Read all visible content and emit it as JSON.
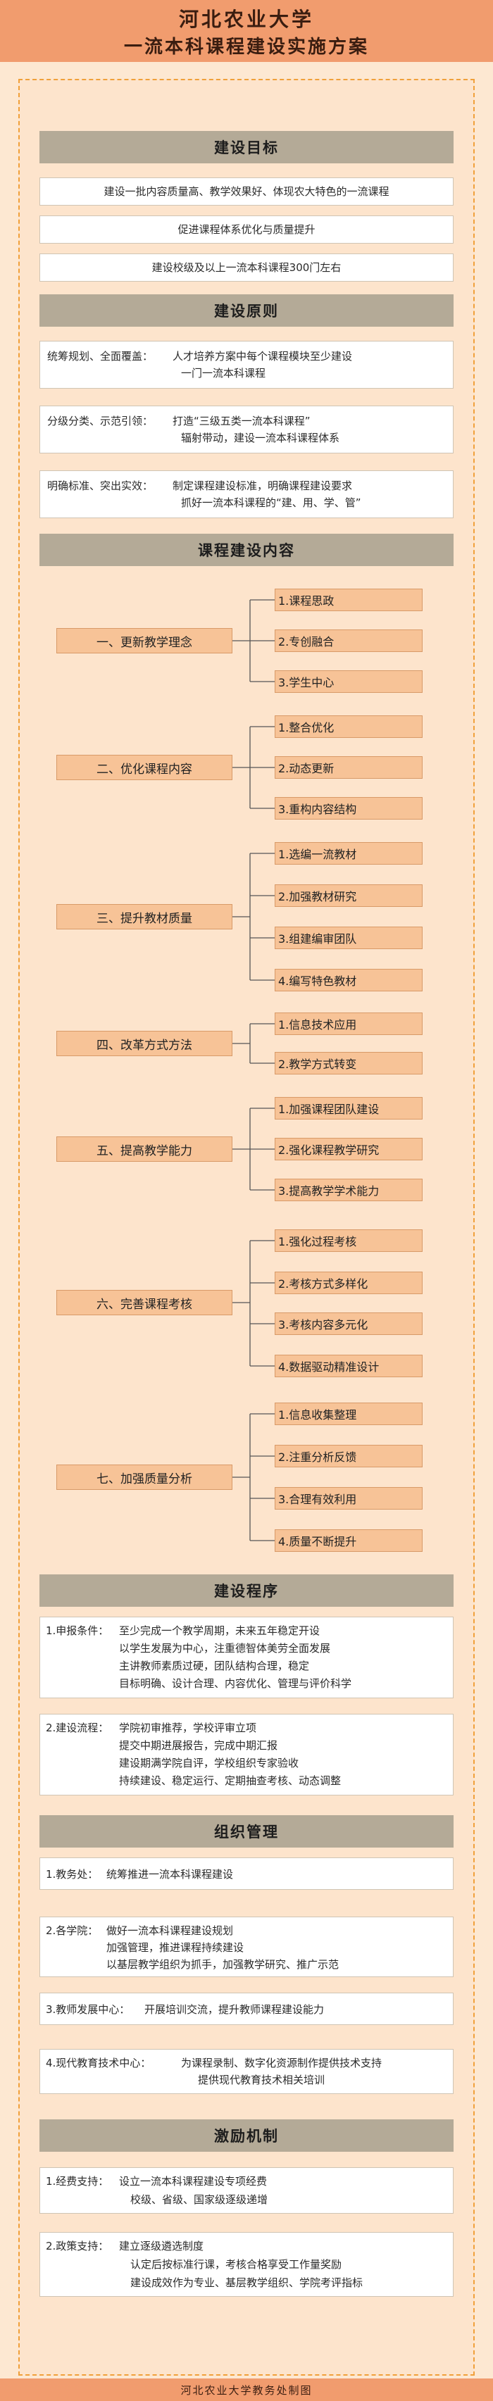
{
  "header": {
    "university": "河北农业大学",
    "title": "一流本科课程建设实施方案"
  },
  "sections": {
    "goals": "建设目标",
    "principles": "建设原则",
    "content": "课程建设内容",
    "procedure": "建设程序",
    "org": "组织管理",
    "incentive": "激励机制"
  },
  "goals": [
    "建设一批内容质量高、教学效果好、体现农大特色的一流课程",
    "促进课程体系优化与质量提升",
    "建设校级及以上一流本科课程300门左右"
  ],
  "principles": [
    {
      "key": "统筹规划、全面覆盖：",
      "lines": [
        "人才培养方案中每个课程模块至少建设",
        "一门一流本科课程"
      ]
    },
    {
      "key": "分级分类、示范引领：",
      "lines": [
        "打造“三级五类一流本科课程”",
        "辐射带动，建设一流本科课程体系"
      ]
    },
    {
      "key": "明确标准、突出实效：",
      "lines": [
        "制定课程建设标准，明确课程建设要求",
        "抓好一流本科课程的“建、用、学、管”"
      ]
    }
  ],
  "content": [
    {
      "label": "一、更新教学理念",
      "items": [
        "1.课程思政",
        "2.专创融合",
        "3.学生中心"
      ]
    },
    {
      "label": "二、优化课程内容",
      "items": [
        "1.整合优化",
        "2.动态更新",
        "3.重构内容结构"
      ]
    },
    {
      "label": "三、提升教材质量",
      "items": [
        "1.选编一流教材",
        "2.加强教材研究",
        "3.组建编审团队",
        "4.编写特色教材"
      ]
    },
    {
      "label": "四、改革方式方法",
      "items": [
        "1.信息技术应用",
        "2.教学方式转变"
      ]
    },
    {
      "label": "五、提高教学能力",
      "items": [
        "1.加强课程团队建设",
        "2.强化课程教学研究",
        "3.提高教学学术能力"
      ]
    },
    {
      "label": "六、完善课程考核",
      "items": [
        "1.强化过程考核",
        "2.考核方式多样化",
        "3.考核内容多元化",
        "4.数据驱动精准设计"
      ]
    },
    {
      "label": "七、加强质量分析",
      "items": [
        "1.信息收集整理",
        "2.注重分析反馈",
        "3.合理有效利用",
        "4.质量不断提升"
      ]
    }
  ],
  "procedure": [
    {
      "key": "1.申报条件：",
      "lines": [
        "至少完成一个教学周期，未来五年稳定开设",
        "以学生发展为中心，注重德智体美劳全面发展",
        "主讲教师素质过硬，团队结构合理，稳定",
        "目标明确、设计合理、内容优化、管理与评价科学"
      ]
    },
    {
      "key": "2.建设流程：",
      "lines": [
        "学院初审推荐，学校评审立项",
        "提交中期进展报告，完成中期汇报",
        "建设期满学院自评，学校组织专家验收",
        "持续建设、稳定运行、定期抽查考核、动态调整"
      ]
    }
  ],
  "org": [
    {
      "key": "1.教务处：",
      "lines": [
        "统筹推进一流本科课程建设"
      ]
    },
    {
      "key": "2.各学院：",
      "lines": [
        "做好一流本科课程建设规划",
        "加强管理，推进课程持续建设",
        "以基层教学组织为抓手，加强教学研究、推广示范"
      ]
    },
    {
      "key": "3.教师发展中心：",
      "lines": [
        "开展培训交流，提升教师课程建设能力"
      ]
    },
    {
      "key": "4.现代教育技术中心：",
      "lines": [
        "为课程录制、数字化资源制作提供技术支持",
        "提供现代教育技术相关培训"
      ]
    }
  ],
  "incentive": [
    {
      "key": "1.经费支持：",
      "lines": [
        "设立一流本科课程建设专项经费",
        "校级、省级、国家级逐级递增"
      ]
    },
    {
      "key": "2.政策支持：",
      "lines": [
        "建立逐级遴选制度",
        "认定后按标准行课，考核合格享受工作量奖励",
        "建设成效作为专业、基层教学组织、学院考评指标"
      ]
    }
  ],
  "footer": "河北农业大学教务处制图",
  "colors": {
    "header": "#f19c6e",
    "section_bar": "#b4aa97",
    "node": "#f7c397",
    "frame_border": "#f0a03a",
    "background": "#fde8d2"
  }
}
